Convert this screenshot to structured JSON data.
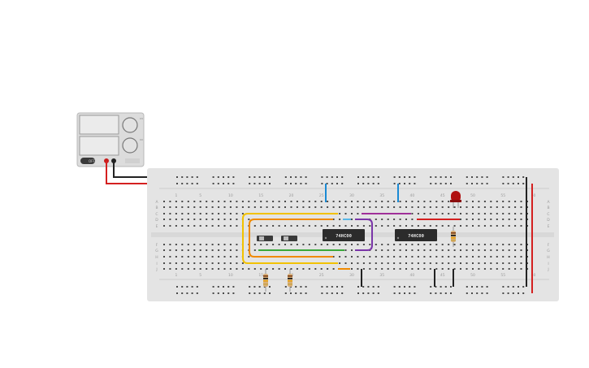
{
  "colors": {
    "background": "#ffffff",
    "breadboard": "#e4e4e4",
    "rail_red": "#d42020",
    "rail_black": "#222222",
    "hole": "#4a4a4a",
    "chip": "#2b2b2b",
    "wire_orange": "#f08a00",
    "wire_yellow": "#f2c200",
    "wire_green": "#3aa83a",
    "wire_purple": "#7a35a8",
    "wire_magenta": "#a0309a",
    "wire_blue": "#1a8ad4",
    "wire_red": "#d42020",
    "wire_black": "#222222",
    "led_red": "#b01010"
  },
  "power_supply": {
    "button_label": "OFF",
    "knob_labels": [
      "CV",
      "CC"
    ]
  },
  "breadboard": {
    "column_numbers": [
      "1",
      "5",
      "10",
      "15",
      "20",
      "25",
      "30",
      "35",
      "40",
      "45",
      "50",
      "55",
      "60"
    ],
    "row_letters_top": [
      "A",
      "B",
      "C",
      "D",
      "E"
    ],
    "row_letters_bottom": [
      "F",
      "G",
      "H",
      "I",
      "J"
    ]
  },
  "chips": [
    {
      "label": "74HC00"
    },
    {
      "label": "74HC00"
    }
  ],
  "components": {
    "led": "led-icon",
    "resistors": [
      "resistor-icon",
      "resistor-icon",
      "resistor-icon"
    ],
    "switches": [
      "slide-switch-icon",
      "slide-switch-icon"
    ]
  }
}
